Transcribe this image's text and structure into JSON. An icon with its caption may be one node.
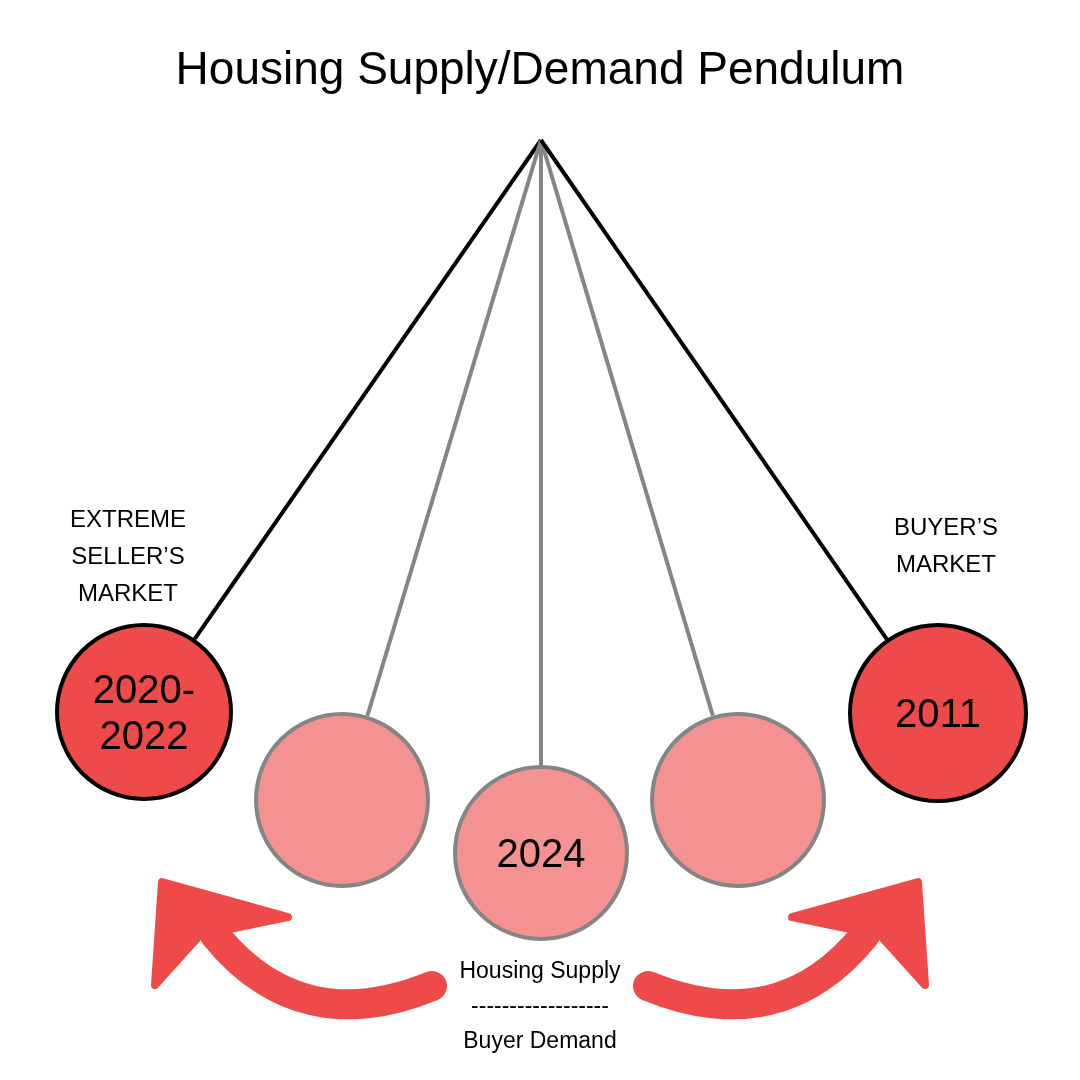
{
  "diagram": {
    "title": "Housing Supply/Demand Pendulum",
    "nodes": [
      {
        "text": [
          "2020-2022"
        ],
        "beside": [
          "EXTREME SELLER’S MARKET"
        ]
      },
      {
        "text": [],
        "shape": "circle"
      },
      {
        "text": [
          "2024"
        ]
      },
      {
        "text": [],
        "shape": "circle"
      },
      {
        "text": [
          "2011"
        ],
        "beside": [
          "BUYER’S MARKET"
        ]
      }
    ],
    "edges": [
      {
        "from": null,
        "to": 0,
        "arrow": "none",
        "color": "#000000"
      },
      {
        "from": null,
        "to": 1,
        "arrow": "none"
      },
      {
        "from": null,
        "to": 2,
        "arrow": "none"
      },
      {
        "from": null,
        "to": 3,
        "arrow": "none"
      },
      {
        "from": null,
        "to": 4,
        "arrow": "none",
        "color": "#000000"
      }
    ],
    "labels": [
      "Housing Supply",
      "------------------",
      "Buyer Demand"
    ]
  }
}
